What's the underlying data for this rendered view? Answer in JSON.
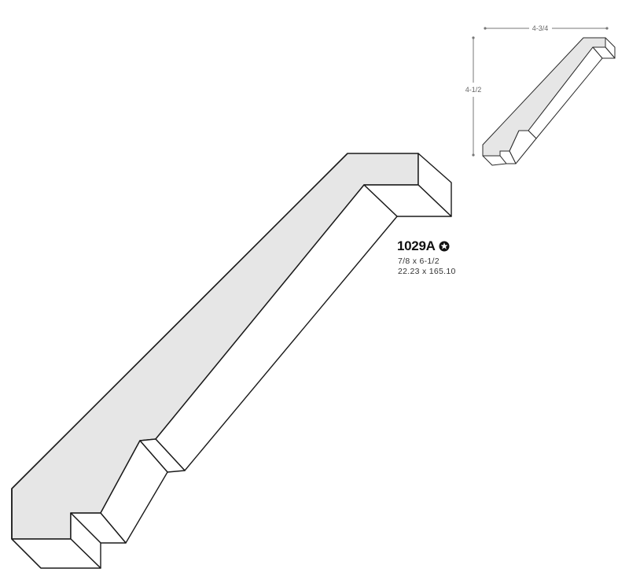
{
  "product": {
    "code": "1029A",
    "badge_icon": "star-badge-icon",
    "size_imperial": "7/8 x 6-1/2",
    "size_metric": "22.23 x 165.10"
  },
  "thumbnail": {
    "width_label": "4-3/4",
    "height_label": "4-1/2"
  },
  "colors": {
    "face_fill": "#e6e6e6",
    "outline": "#1a1a1a",
    "dimension": "#777777"
  }
}
